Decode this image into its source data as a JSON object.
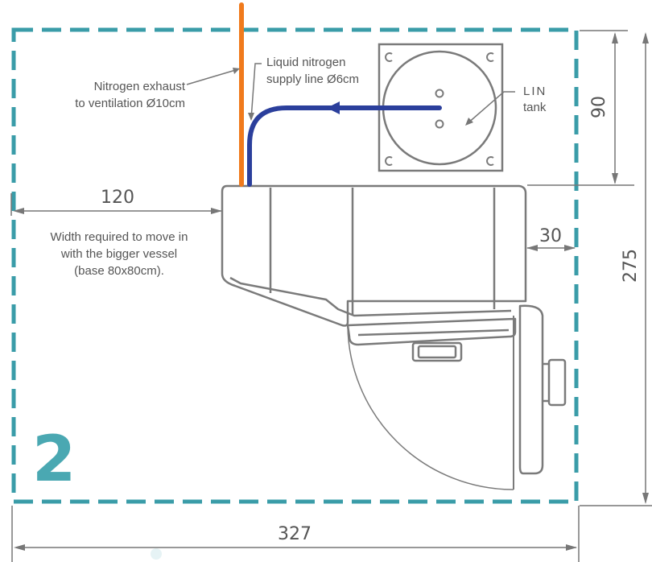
{
  "room_number": "2",
  "colors": {
    "room_border": "#3a9ca8",
    "room_number": "#4aa8b2",
    "exhaust_pipe": "#f07a1c",
    "supply_line": "#2b3f9c",
    "equipment_line": "#7a7a7a",
    "dimension_line": "#777777",
    "text": "#555555"
  },
  "labels": {
    "exhaust_line1": "Nitrogen exhaust",
    "exhaust_line2": "to ventilation Ø10cm",
    "supply_line1": "Liquid nitrogen",
    "supply_line2": "supply line Ø6cm",
    "tank_line1": "LIN",
    "tank_line2": "tank",
    "width_note_line1": "Width required to move in",
    "width_note_line2": "with the bigger vessel",
    "width_note_line3": "(base 80x80cm)."
  },
  "dimensions": {
    "left_clearance": "120",
    "right_clearance": "30",
    "tank_depth": "90",
    "room_depth": "275",
    "room_width": "327"
  }
}
